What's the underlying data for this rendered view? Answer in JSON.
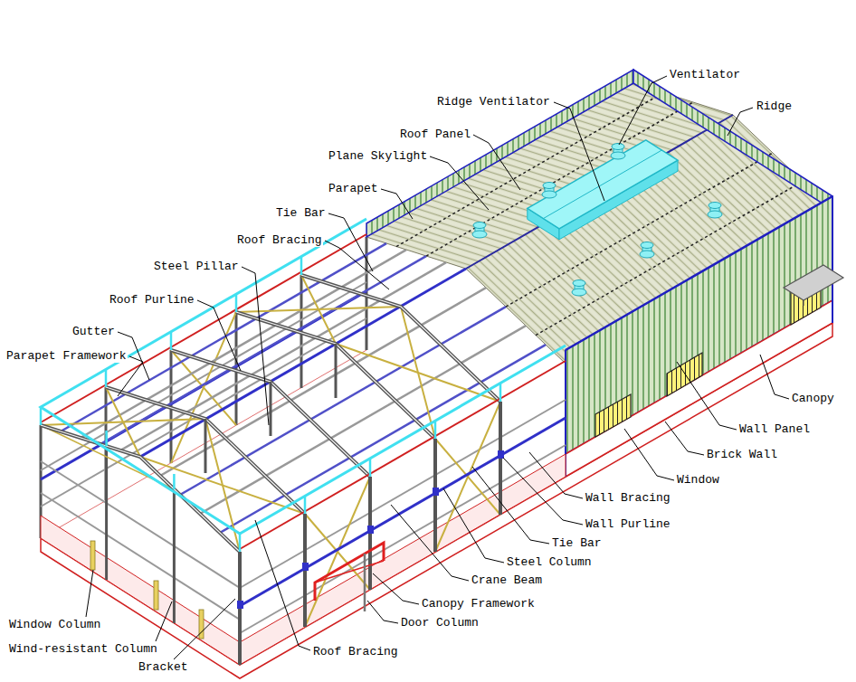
{
  "diagram": {
    "labels": [
      "Ventilator",
      "Ridge Ventilator",
      "Ridge",
      "Roof Panel",
      "Plane Skylight",
      "Parapet",
      "Tie Bar",
      "Roof Bracing",
      "Steel Pillar",
      "Roof Purline",
      "Gutter",
      "Parapet Framework",
      "Canopy",
      "Wall Panel",
      "Brick Wall",
      "Window",
      "Wall Bracing",
      "Wall Purline",
      "Tie Bar",
      "Steel Column",
      "Crane Beam",
      "Canopy Framework",
      "Door Column",
      "Window Column",
      "Wind-resistant Column",
      "Bracket",
      "Roof Bracing"
    ]
  }
}
